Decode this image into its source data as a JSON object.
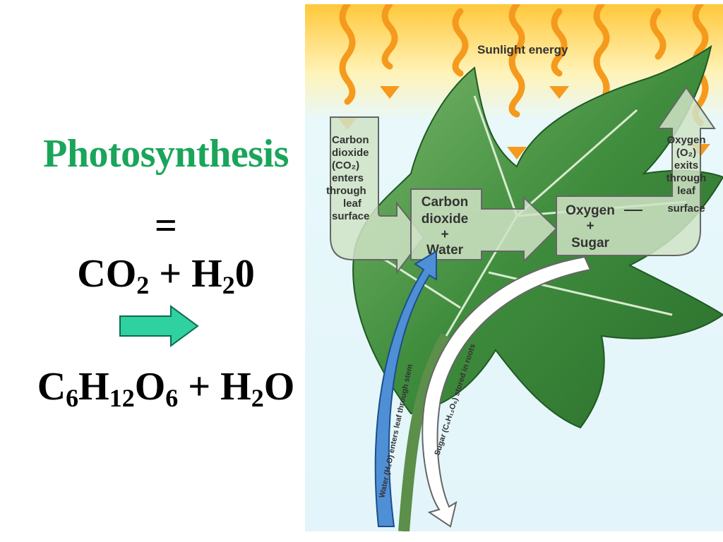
{
  "left": {
    "title": "Photosynthesis",
    "equals": "=",
    "reactants": {
      "co": "CO",
      "co_sub": "2",
      "plus_h": " + H",
      "h_sub": "2",
      "tail": "0"
    },
    "products": {
      "c": "C",
      "c_sub": "6",
      "h": "H",
      "h_sub": "12",
      "o": "O",
      "o_sub": "6",
      "plus_h": " + H",
      "h2_sub": "2",
      "tail": "O"
    }
  },
  "diagram": {
    "sunlight": "Sunlight energy",
    "co2_enters": [
      "Carbon",
      "dioxide",
      "(CO₂)",
      "enters",
      "through",
      "leaf",
      "surface"
    ],
    "center_in": [
      "Carbon",
      "dioxide",
      "+",
      "Water"
    ],
    "center_out": [
      "Oxygen",
      "+",
      "Sugar"
    ],
    "o2_exits": [
      "Oxygen",
      "(O₂)",
      "exits",
      "through",
      "leaf",
      "surface"
    ],
    "water_path": "Water (H₂O) enters leaf through stem",
    "sugar_path": "Sugar (C₆H₁₂O₆) stored in roots"
  },
  "colors": {
    "title": "#1aa55a",
    "accent_arrow": "#2fd1a0",
    "leaf": "#3e8a3a",
    "sky_top": "#ffd24a",
    "sky_bottom": "#e6f7fb"
  }
}
